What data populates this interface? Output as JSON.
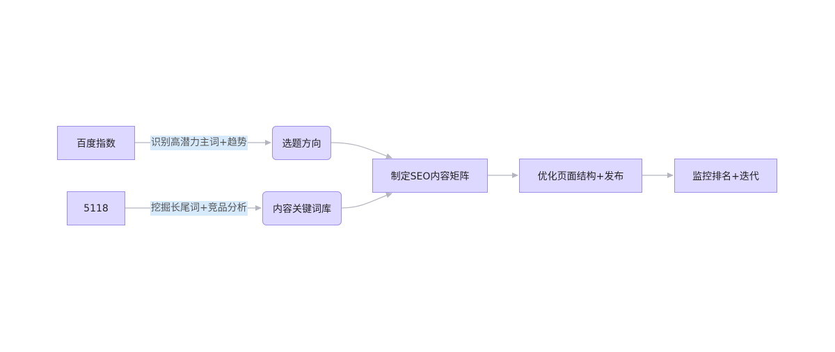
{
  "nodes": {
    "baidu": "百度指数",
    "topic": "选题方向",
    "n5118": "5118",
    "keywords": "内容关键词库",
    "matrix": "制定SEO内容矩阵",
    "optimize": "优化页面结构+发布",
    "monitor": "监控排名+迭代"
  },
  "edges": {
    "baidu_topic": "识别高潜力主词+趋势",
    "n5118_keywords": "挖掘长尾词+竞品分析"
  },
  "colors": {
    "node_fill": "#ddd8ff",
    "node_stroke": "#9f8fe6",
    "edge": "#b5b5c0",
    "label_bg": "#d6eafc"
  }
}
